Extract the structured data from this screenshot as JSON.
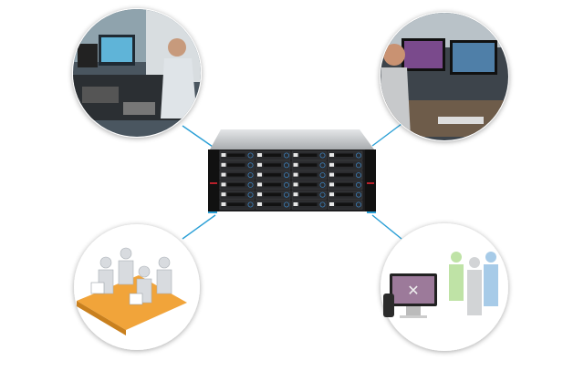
{
  "colors": {
    "background": "#ffffff",
    "connector": "#2a9fd6",
    "server_body": "#1c1c1e",
    "server_lid": "#c9cbcd",
    "accent_red": "#b8202a",
    "circle_fill": "#ffffff",
    "circle_shadow": "#d9d9d9"
  },
  "nodes": [
    {
      "id": "video-editor-workstation",
      "icon": "video-editing-icon"
    },
    {
      "id": "post-production-workstation",
      "icon": "dual-monitor-icon"
    },
    {
      "id": "office-users",
      "icon": "office-users-icon"
    },
    {
      "id": "mac-users",
      "icon": "mac-users-icon"
    }
  ],
  "server": {
    "icon": "storage-server-icon",
    "bay_columns": 4,
    "bay_rows": 6
  }
}
